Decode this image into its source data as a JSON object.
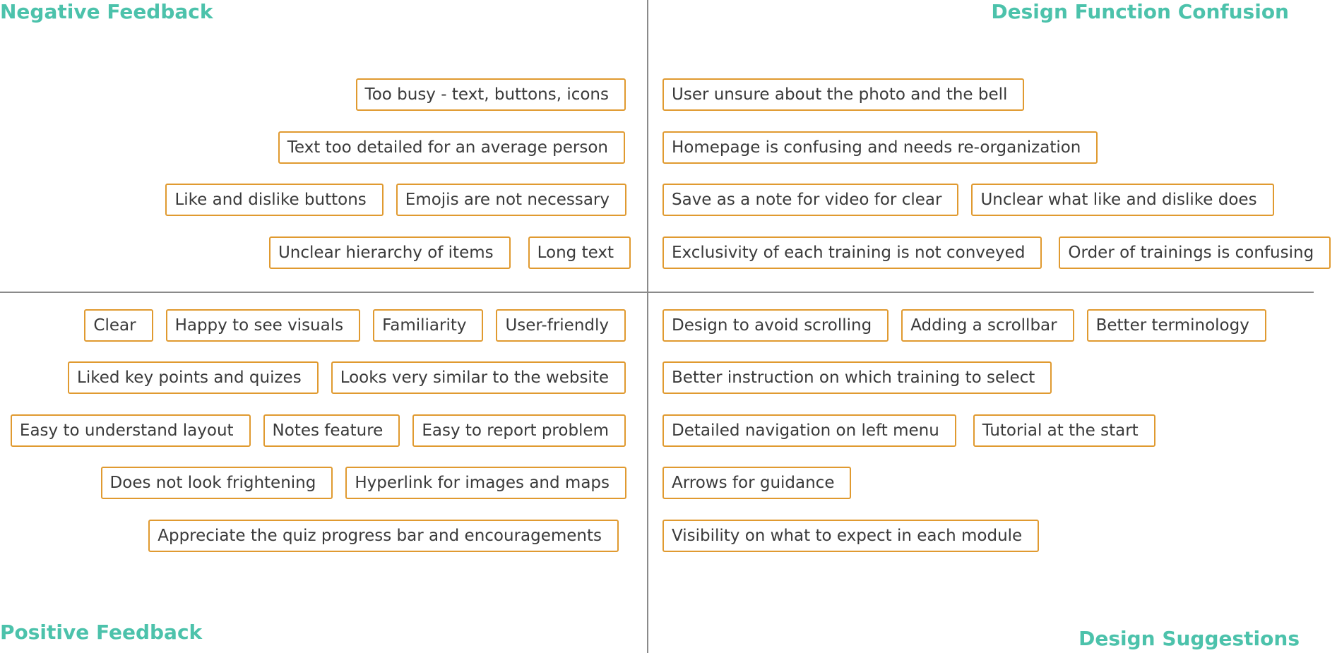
{
  "quadrants": {
    "negative": {
      "title": "Negative Feedback",
      "rows": [
        [
          "Too busy - text, buttons, icons"
        ],
        [
          "Text too detailed for an average person"
        ],
        [
          "Like and dislike buttons",
          "Emojis are not necessary"
        ],
        [
          "Unclear hierarchy of items",
          "Long text"
        ]
      ]
    },
    "confusion": {
      "title": "Design Function Confusion",
      "rows": [
        [
          "User unsure about the photo and the bell"
        ],
        [
          "Homepage is confusing and needs re-organization"
        ],
        [
          "Save as a note for video for clear",
          "Unclear what like and dislike does"
        ],
        [
          "Exclusivity of each training is not conveyed",
          "Order of trainings is confusing"
        ]
      ]
    },
    "positive": {
      "title": "Positive Feedback",
      "rows": [
        [
          "Clear",
          "Happy to see visuals",
          "Familiarity",
          "User-friendly"
        ],
        [
          "Liked key points and quizes",
          "Looks very similar to the website"
        ],
        [
          "Easy to understand layout",
          "Notes feature",
          "Easy to report problem"
        ],
        [
          "Does not look frightening",
          "Hyperlink for images and maps"
        ],
        [
          "Appreciate the quiz progress bar and encouragements"
        ]
      ]
    },
    "suggestions": {
      "title": "Design Suggestions",
      "rows": [
        [
          "Design to avoid scrolling",
          "Adding a scrollbar",
          "Better terminology"
        ],
        [
          "Better instruction on which training to select"
        ],
        [
          "Detailed navigation on left menu",
          "Tutorial at the start"
        ],
        [
          "Arrows for guidance"
        ],
        [
          "Visibility on what to expect in each module"
        ]
      ]
    }
  }
}
